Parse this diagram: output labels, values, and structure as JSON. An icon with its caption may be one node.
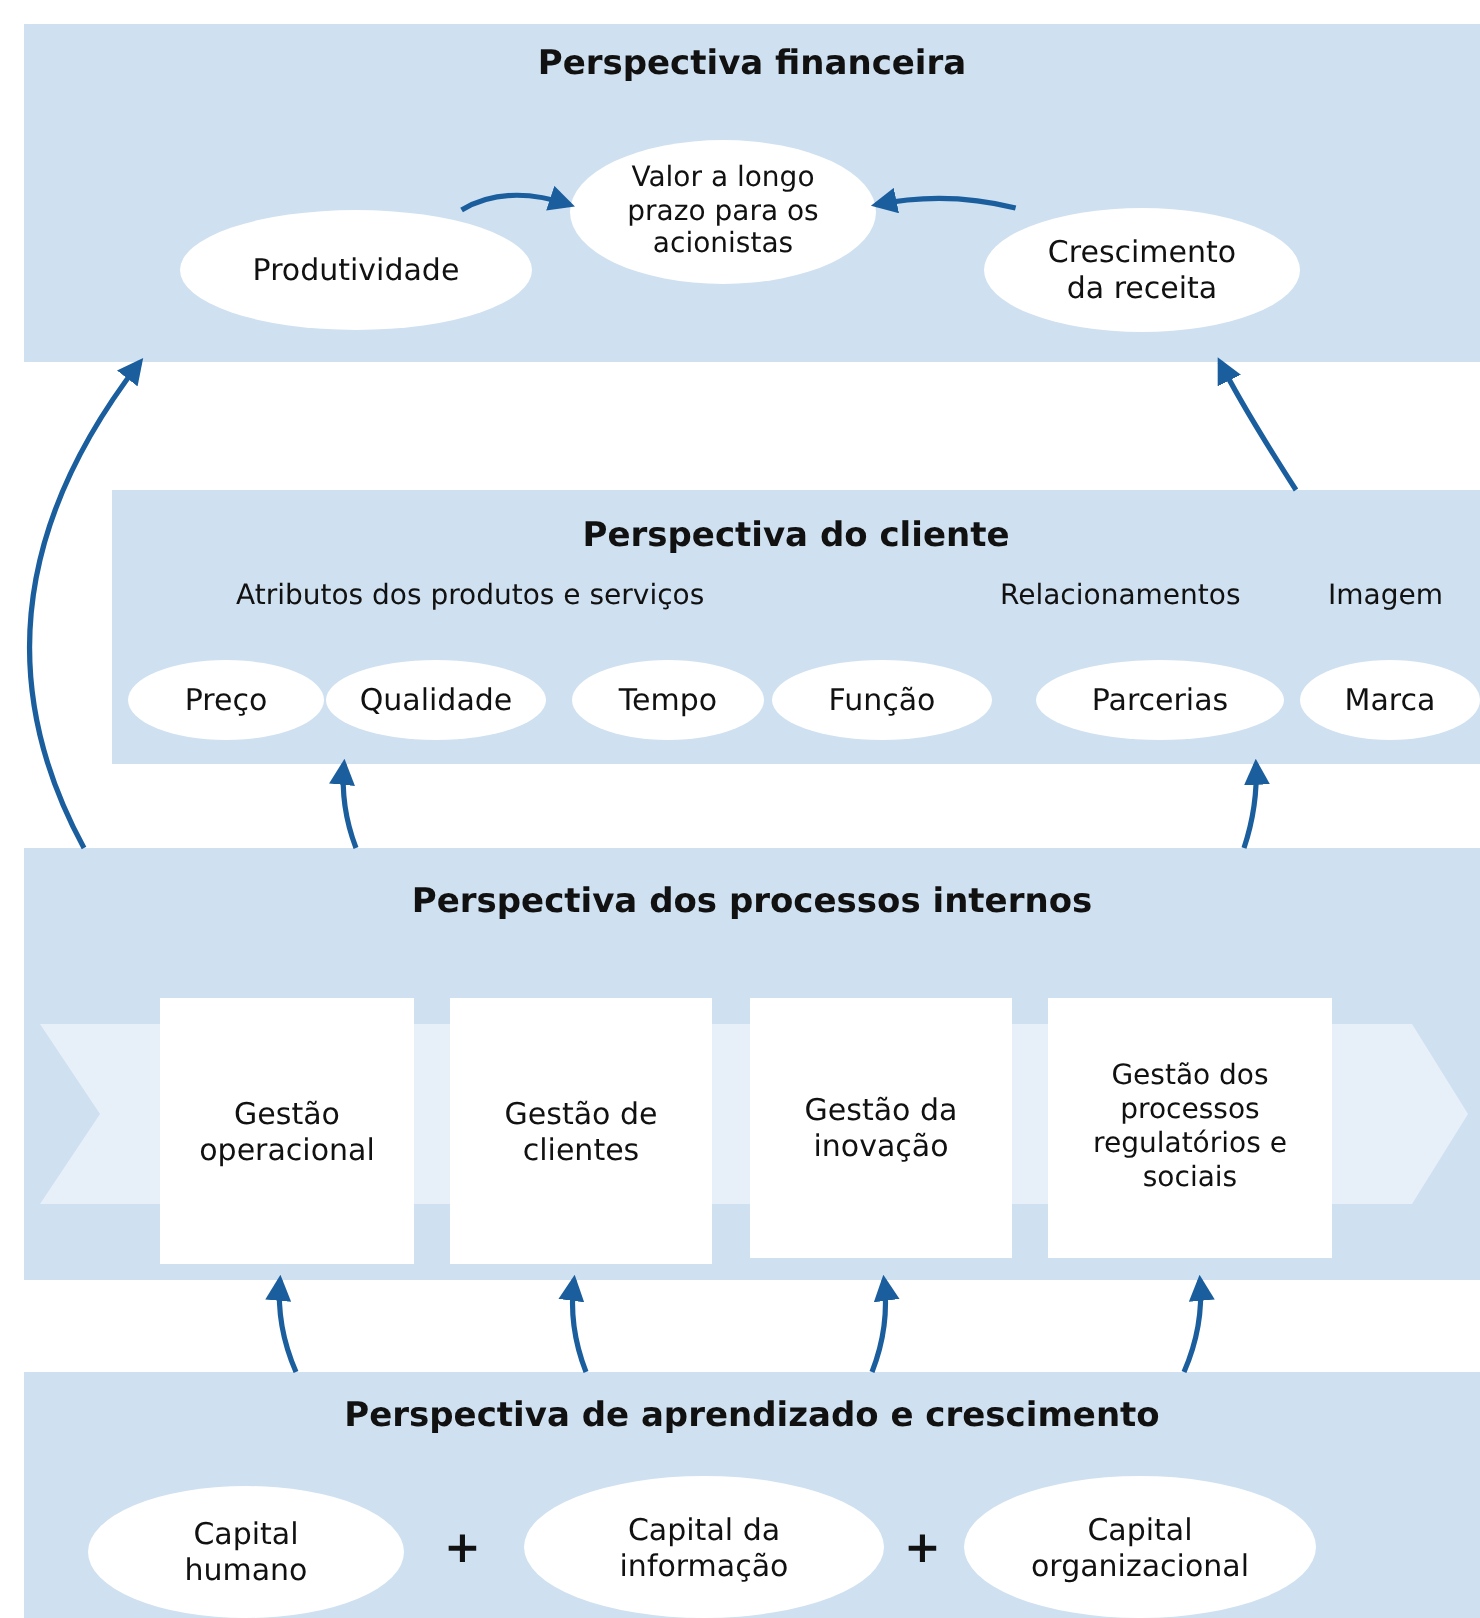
{
  "diagram": {
    "nodes": [
      {
        "text": [
          "Perspectiva financeira"
        ]
      },
      {
        "text": [
          "Produtividade"
        ],
        "in": 0
      },
      {
        "text": [
          "Valor a longo prazo para os acionistas"
        ],
        "in": 0
      },
      {
        "text": [
          "Crescimento da receita"
        ],
        "in": 0
      },
      {
        "text": [
          "Perspectiva do cliente",
          "Atributos dos produtos e serviços",
          "Relacionamentos",
          "Imagem"
        ]
      },
      {
        "text": [
          "Preço"
        ],
        "in": 4
      },
      {
        "text": [
          "Qualidade"
        ],
        "in": 4
      },
      {
        "text": [
          "Tempo"
        ],
        "in": 4
      },
      {
        "text": [
          "Função"
        ],
        "in": 4
      },
      {
        "text": [
          "Parcerias"
        ],
        "in": 4
      },
      {
        "text": [
          "Marca"
        ],
        "in": 4
      },
      {
        "text": [
          "Perspectiva dos processos internos"
        ]
      },
      {
        "text": [
          "Gestão operacional"
        ],
        "in": 11
      },
      {
        "text": [
          "Gestão de clientes"
        ],
        "in": 11
      },
      {
        "text": [
          "Gestão da inovação"
        ],
        "in": 11
      },
      {
        "text": [
          "Gestão dos processos regulatórios e sociais"
        ],
        "in": 11
      },
      {
        "text": [
          "Perspectiva de aprendizado e crescimento"
        ]
      },
      {
        "text": [
          "Capital humano"
        ],
        "in": 16
      },
      {
        "text": [
          "Capital da informação"
        ],
        "in": 16
      },
      {
        "text": [
          "Capital organizacional"
        ],
        "in": 16
      }
    ],
    "edges": [
      {
        "from": 1,
        "to": 2,
        "arrow": "to"
      },
      {
        "from": 3,
        "to": 2,
        "arrow": "to"
      },
      {
        "from": 11,
        "to": 0,
        "arrow": "to"
      },
      {
        "from": 4,
        "to": 0,
        "arrow": "to"
      },
      {
        "from": 11,
        "to": 4,
        "arrow": "to"
      },
      {
        "from": 11,
        "to": 4,
        "arrow": "to"
      },
      {
        "from": 16,
        "to": 11,
        "arrow": "to"
      },
      {
        "from": 16,
        "to": 11,
        "arrow": "to"
      },
      {
        "from": 16,
        "to": 11,
        "arrow": "to"
      },
      {
        "from": 16,
        "to": 11,
        "arrow": "to"
      }
    ],
    "labels": [
      "+",
      "+"
    ]
  }
}
